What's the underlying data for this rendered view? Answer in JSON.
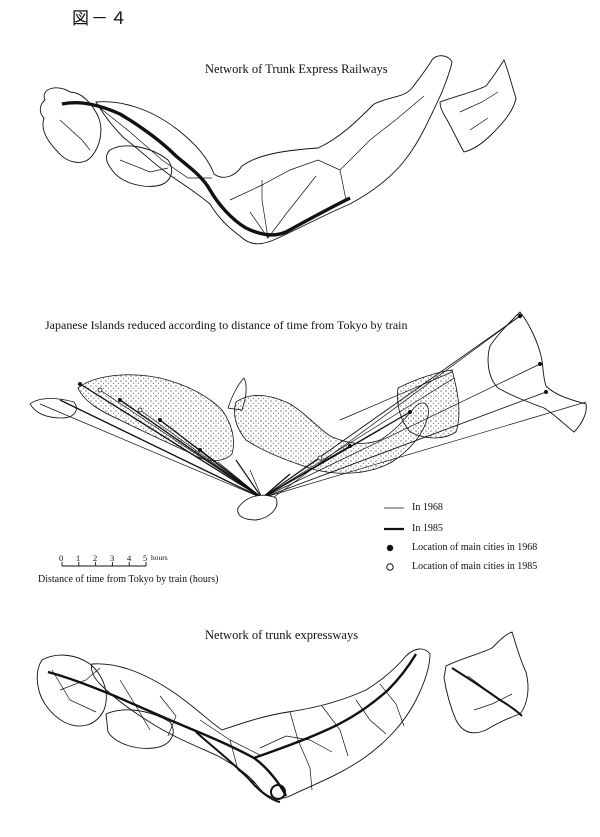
{
  "figure_label": "図－４",
  "maps": {
    "railways": {
      "title": "Network of Trunk Express Railways"
    },
    "time_distance": {
      "title": "Japanese Islands reduced according to distance of time from Tokyo by train"
    },
    "expressways": {
      "title": "Network of trunk expressways"
    }
  },
  "legend": {
    "items": [
      {
        "label": "In 1968",
        "symbol": "thin-line-icon"
      },
      {
        "label": "In 1985",
        "symbol": "thick-line-icon"
      },
      {
        "label": "Location of main cities in 1968",
        "symbol": "filled-dot-icon"
      },
      {
        "label": "Location of main cities in 1985",
        "symbol": "open-dot-icon"
      }
    ]
  },
  "scale": {
    "ticks": [
      "0",
      "1",
      "2",
      "3",
      "4",
      "5"
    ],
    "unit": "hours",
    "caption": "Distance of time from Tokyo by train (hours)"
  }
}
